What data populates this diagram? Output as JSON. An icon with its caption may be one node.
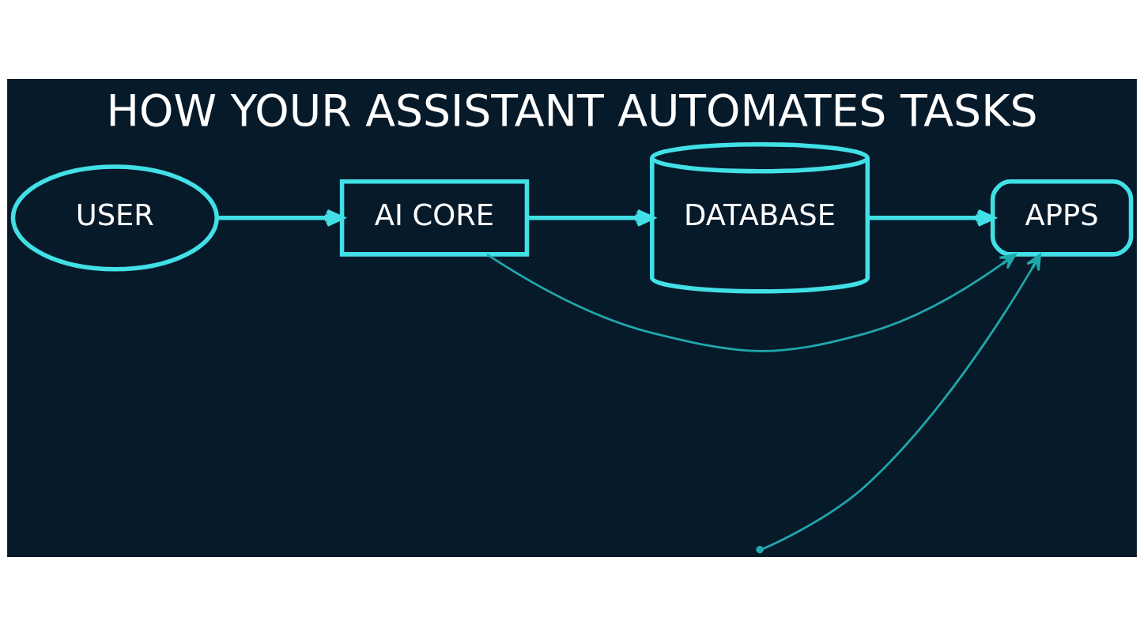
{
  "diagram": {
    "title": "HOW YOUR ASSISTANT AUTOMATES TASKS",
    "nodes": [
      {
        "text": [
          "USER"
        ]
      },
      {
        "text": [
          "AI CORE"
        ]
      },
      {
        "text": [
          "DATABASE"
        ]
      },
      {
        "text": [
          "APPS"
        ]
      }
    ],
    "edges": [
      {
        "from": 0,
        "to": 1,
        "arrow": "to"
      },
      {
        "from": 1,
        "to": 2,
        "arrow": "to"
      },
      {
        "from": 2,
        "to": 3,
        "arrow": "to"
      },
      {
        "from": 1,
        "to": 3,
        "arrow": "to",
        "color": "#1fa8ab"
      },
      {
        "from": null,
        "to": 3,
        "arrow": "to",
        "color": "#1fa8ab"
      }
    ]
  }
}
